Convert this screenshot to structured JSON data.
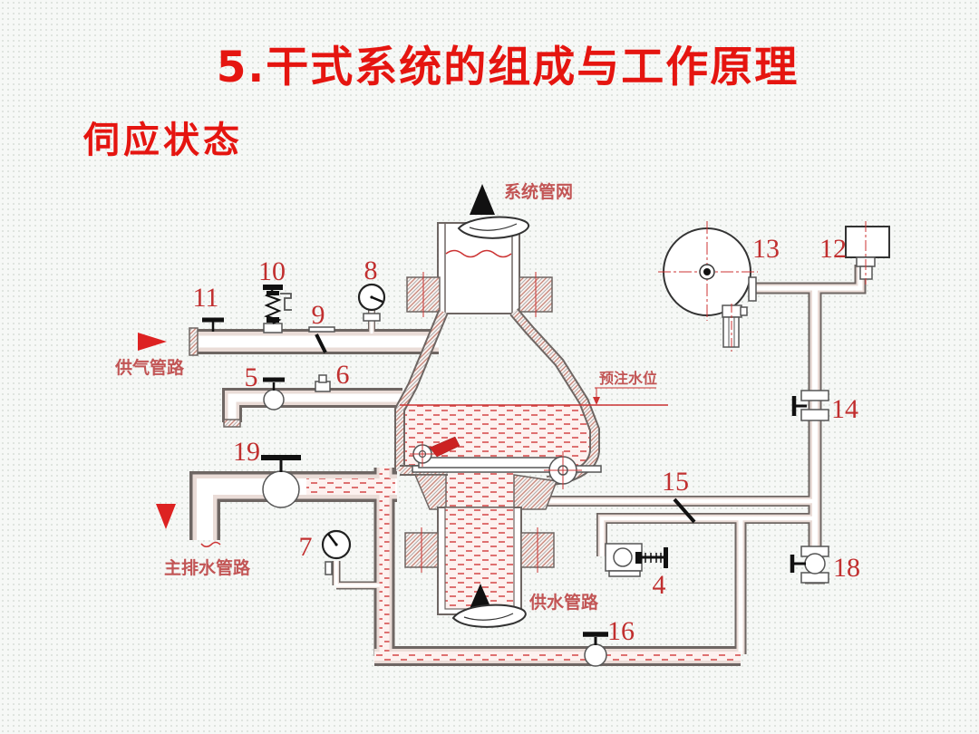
{
  "slide": {
    "title": "5.干式系统的组成与工作原理",
    "subtitle": "伺应状态"
  },
  "diagram": {
    "labels": {
      "system_network": "系统管网",
      "air_supply_line": "供气管路",
      "priming_water_level": "预注水位",
      "main_drain_line": "主排水管路",
      "water_supply_line": "供水管路"
    },
    "part_numbers": {
      "n4": "4",
      "n5": "5",
      "n6": "6",
      "n7": "7",
      "n8": "8",
      "n9": "9",
      "n10": "10",
      "n11": "11",
      "n12": "12",
      "n13": "13",
      "n14": "14",
      "n15": "15",
      "n16": "16",
      "n18": "18",
      "n19": "19"
    },
    "colors": {
      "title_red": "#e51510",
      "number_red": "#c12f2f",
      "label_red": "#c25555",
      "water_red": "#cc3333",
      "line_dark": "#6e6663"
    }
  }
}
